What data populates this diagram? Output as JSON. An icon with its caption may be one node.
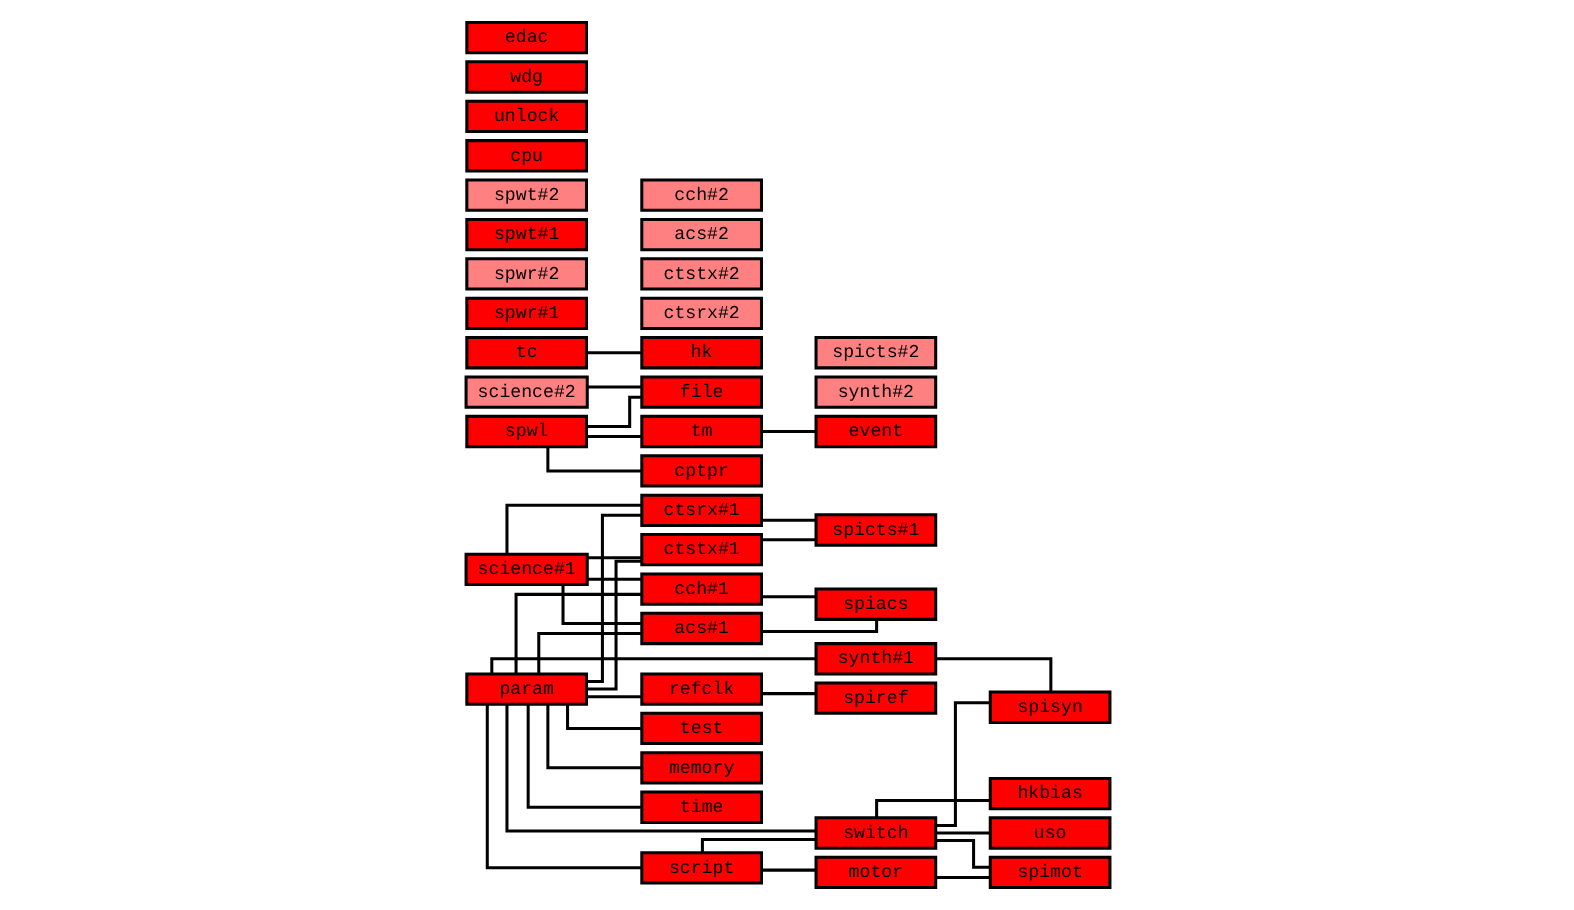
{
  "diagram": {
    "nodes": [
      {
        "text": [
          "science#1"
        ]
      },
      {
        "text": [
          "science#2"
        ]
      },
      {
        "text": [
          "file"
        ]
      },
      {
        "text": [
          "tm"
        ]
      },
      {
        "text": [
          "tc"
        ]
      },
      {
        "text": [
          "cptpr"
        ]
      },
      {
        "text": [
          "spwl"
        ]
      },
      {
        "text": [
          "spwr#1"
        ]
      },
      {
        "text": [
          "spwr#2"
        ]
      },
      {
        "text": [
          "spwt#1"
        ]
      },
      {
        "text": [
          "spwt#2"
        ]
      },
      {
        "text": [
          "test"
        ]
      },
      {
        "text": [
          "memory"
        ]
      },
      {
        "text": [
          "event"
        ]
      },
      {
        "text": [
          "hk"
        ]
      },
      {
        "text": [
          "time"
        ]
      },
      {
        "text": [
          "script"
        ]
      },
      {
        "text": [
          "switch"
        ]
      },
      {
        "text": [
          "ctsrx#1"
        ]
      },
      {
        "text": [
          "ctsrx#2"
        ]
      },
      {
        "text": [
          "ctstx#1"
        ]
      },
      {
        "text": [
          "ctstx#2"
        ]
      },
      {
        "text": [
          "acs#1"
        ]
      },
      {
        "text": [
          "acs#2"
        ]
      },
      {
        "text": [
          "cch#1"
        ]
      },
      {
        "text": [
          "cch#2"
        ]
      },
      {
        "text": [
          "refclk"
        ]
      },
      {
        "text": [
          "synth#1"
        ]
      },
      {
        "text": [
          "synth#2"
        ]
      },
      {
        "text": [
          "motor"
        ]
      },
      {
        "text": [
          "param"
        ]
      },
      {
        "text": [
          "spicts#1"
        ]
      },
      {
        "text": [
          "spicts#2"
        ]
      },
      {
        "text": [
          "spiacs"
        ]
      },
      {
        "text": [
          "spiref"
        ]
      },
      {
        "text": [
          "uso"
        ]
      },
      {
        "text": [
          "spisyn"
        ]
      },
      {
        "text": [
          "spimot"
        ]
      },
      {
        "text": [
          "hkbias"
        ]
      },
      {
        "text": [
          "cpu"
        ]
      },
      {
        "text": [
          "unlock"
        ]
      },
      {
        "text": [
          "wdg"
        ]
      },
      {
        "text": [
          "edac"
        ]
      }
    ],
    "edges": [
      {
        "from": 1,
        "to": 2,
        "arrow": "none"
      },
      {
        "from": 0,
        "to": 18,
        "arrow": "none"
      },
      {
        "from": 0,
        "to": 20,
        "arrow": "none"
      },
      {
        "from": 0,
        "to": 22,
        "arrow": "none"
      },
      {
        "from": 0,
        "to": 24,
        "arrow": "none"
      },
      {
        "from": 6,
        "to": 2,
        "arrow": "none"
      },
      {
        "from": 6,
        "to": 3,
        "arrow": "none"
      },
      {
        "from": 6,
        "to": 5,
        "arrow": "none"
      },
      {
        "from": 3,
        "to": 13,
        "arrow": "none"
      },
      {
        "from": 4,
        "to": 14,
        "arrow": "none"
      },
      {
        "from": 30,
        "to": 11,
        "arrow": "none"
      },
      {
        "from": 30,
        "to": 12,
        "arrow": "none"
      },
      {
        "from": 30,
        "to": 15,
        "arrow": "none"
      },
      {
        "from": 30,
        "to": 16,
        "arrow": "none"
      },
      {
        "from": 30,
        "to": 17,
        "arrow": "none"
      },
      {
        "from": 30,
        "to": 18,
        "arrow": "none"
      },
      {
        "from": 30,
        "to": 20,
        "arrow": "none"
      },
      {
        "from": 30,
        "to": 22,
        "arrow": "none"
      },
      {
        "from": 30,
        "to": 24,
        "arrow": "none"
      },
      {
        "from": 30,
        "to": 26,
        "arrow": "none"
      },
      {
        "from": 30,
        "to": 27,
        "arrow": "none"
      },
      {
        "from": 16,
        "to": 29,
        "arrow": "none"
      },
      {
        "from": 16,
        "to": 17,
        "arrow": "none"
      },
      {
        "from": 17,
        "to": 35,
        "arrow": "none"
      },
      {
        "from": 17,
        "to": 36,
        "arrow": "none"
      },
      {
        "from": 17,
        "to": 37,
        "arrow": "none"
      },
      {
        "from": 17,
        "to": 38,
        "arrow": "none"
      },
      {
        "from": 18,
        "to": 31,
        "arrow": "none"
      },
      {
        "from": 20,
        "to": 31,
        "arrow": "none"
      },
      {
        "from": 22,
        "to": 33,
        "arrow": "none"
      },
      {
        "from": 24,
        "to": 33,
        "arrow": "none"
      },
      {
        "from": 26,
        "to": 34,
        "arrow": "none"
      },
      {
        "from": 27,
        "to": 36,
        "arrow": "none"
      },
      {
        "from": 29,
        "to": 37,
        "arrow": "none"
      }
    ]
  }
}
